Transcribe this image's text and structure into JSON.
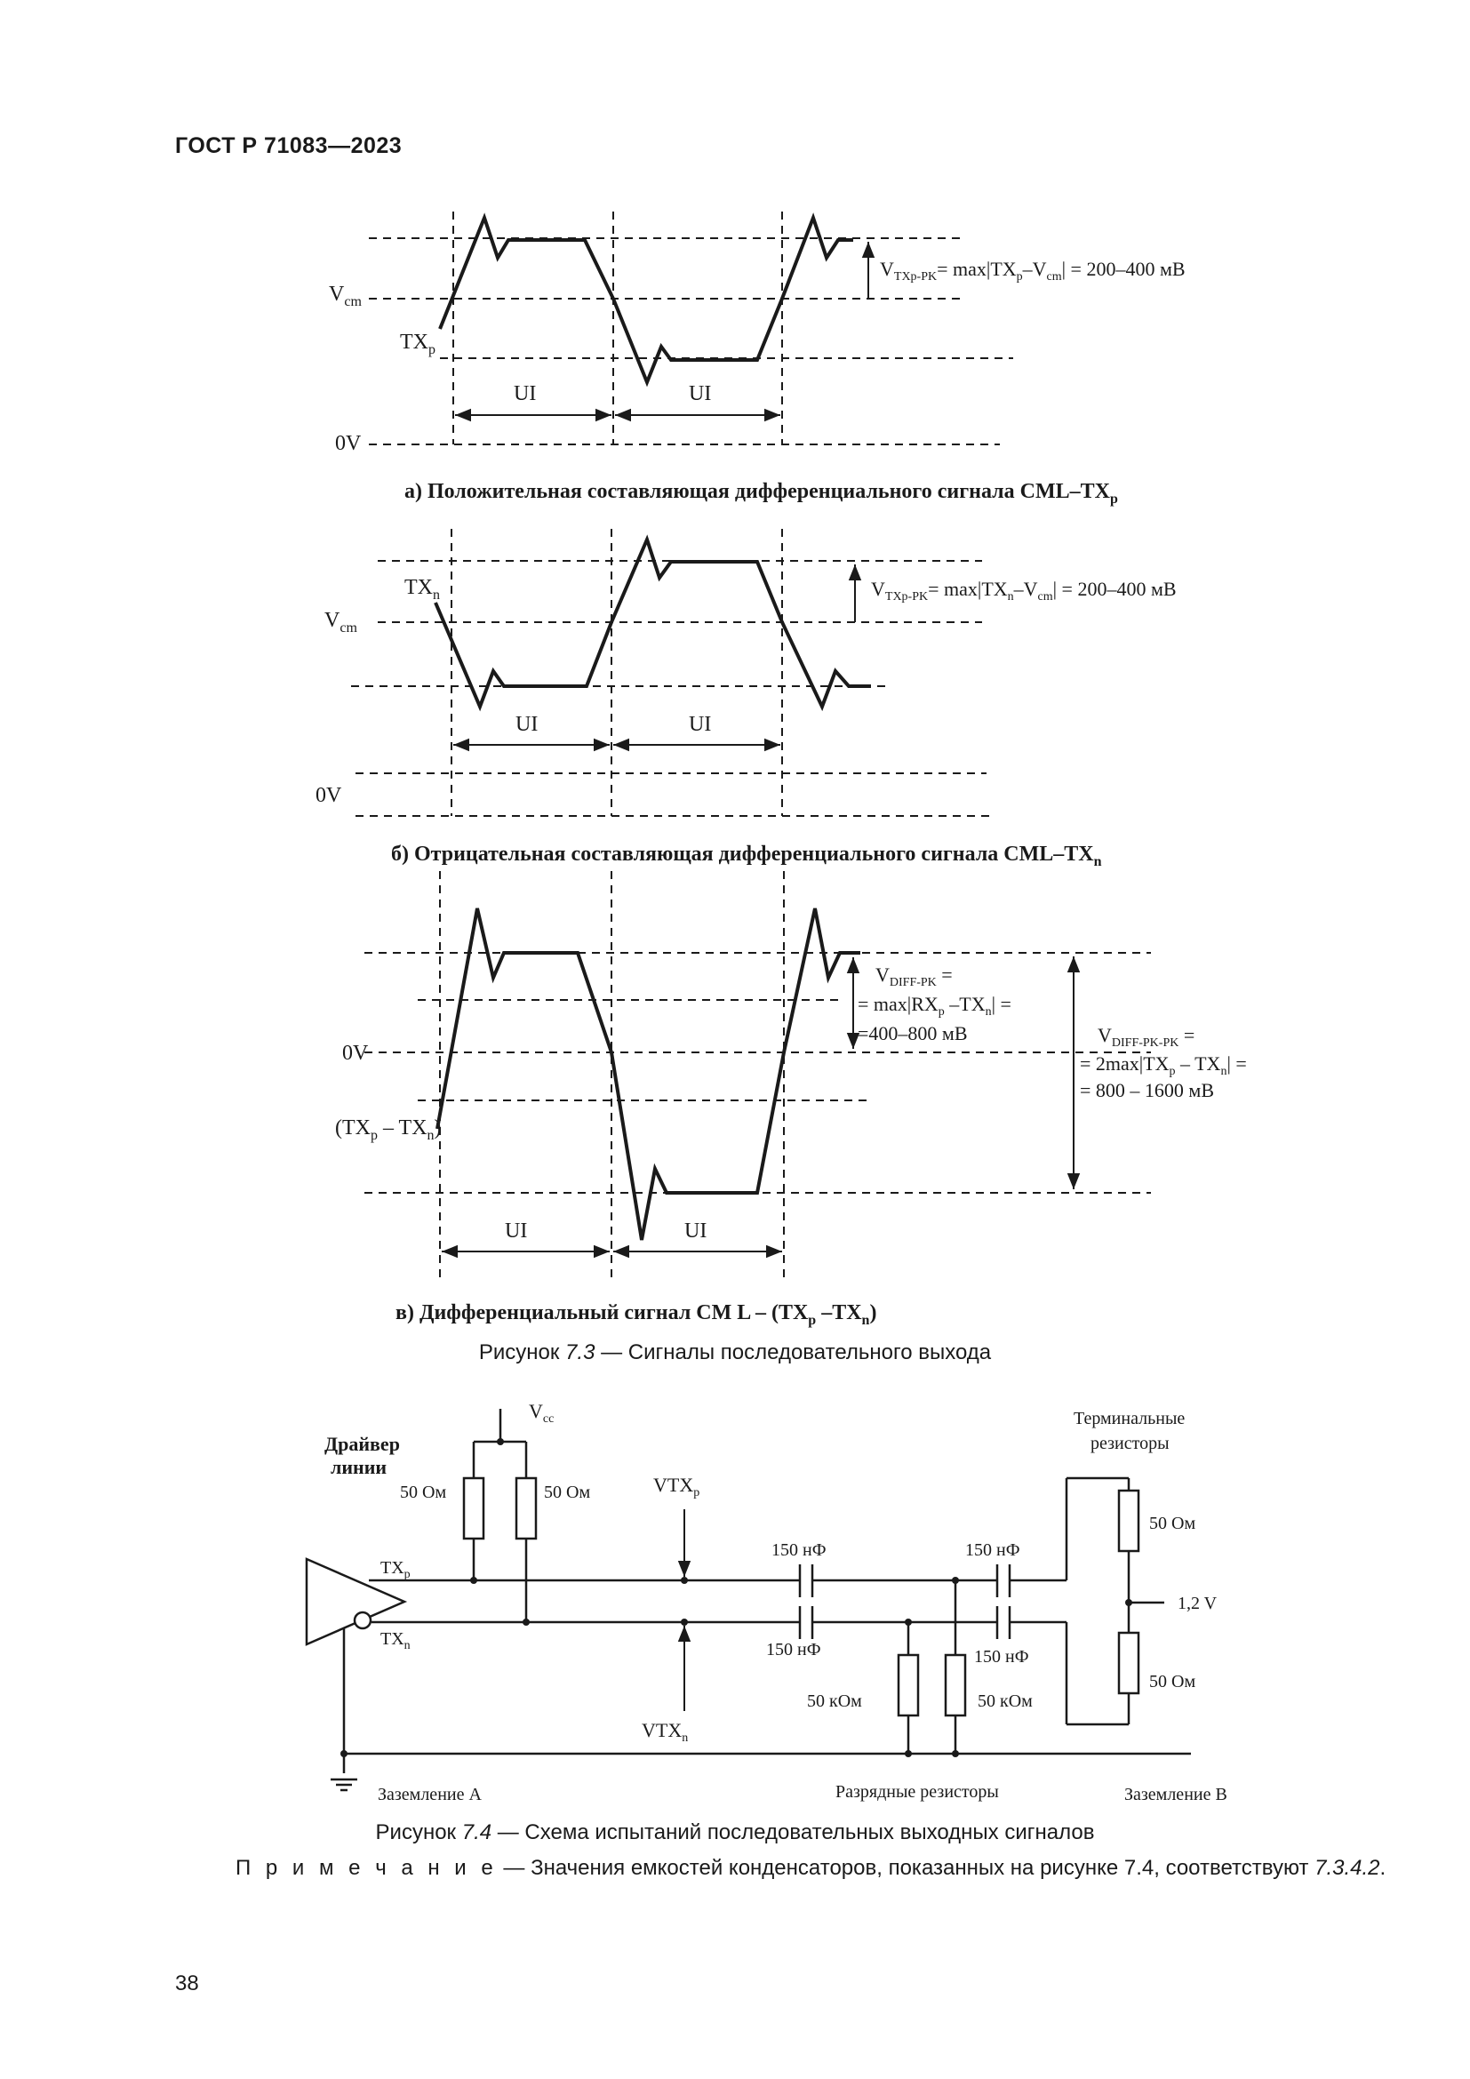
{
  "header": {
    "doc_id": "ГОСТ Р 71083—2023"
  },
  "figure_7_3": {
    "caption_prefix": "Рисунок ",
    "caption_num": "7.3",
    "caption_text": " — Сигналы последовательного выхода",
    "panel_a": {
      "vcm_label": "V",
      "vcm_sub": "cm",
      "signal_label": "TX",
      "signal_sub": "p",
      "ui_label": "UI",
      "zero_label": "0V",
      "amp_pre": "V",
      "amp_sub": "TXp-PK",
      "amp_mid": "= max|TX",
      "amp_sub2": "p",
      "amp_mid2": "–V",
      "amp_sub3": "cm",
      "amp_post": "| = 200–400 мВ",
      "caption_pre": "а) Положительная составляющая дифференциального сигнала CML–TX",
      "caption_sub": "p"
    },
    "panel_b": {
      "vcm_label": "V",
      "vcm_sub": "cm",
      "signal_label": "TX",
      "signal_sub": "n",
      "ui_label": "UI",
      "zero_label": "0V",
      "amp_pre": "V",
      "amp_sub": "TXp-PK",
      "amp_mid": "= max|TX",
      "amp_sub2": "n",
      "amp_mid2": "–V",
      "amp_sub3": "cm",
      "amp_post": "| = 200–400 мВ",
      "caption_pre": "б) Отрицательная составляющая дифференциального сигнала CML–TX",
      "caption_sub": "n"
    },
    "panel_c": {
      "zero_label": "0V",
      "signal_label": "(TX",
      "signal_sub1": "p",
      "signal_mid": " – TX",
      "signal_sub2": "n",
      "signal_end": ")",
      "ui_label": "UI",
      "diff_l1_pre": "V",
      "diff_l1_sub": "DIFF-PK",
      "diff_l1_post": " =",
      "diff_l2_pre": "= max|RX",
      "diff_l2_sub": "p",
      "diff_l2_mid": " –TX",
      "diff_l2_sub2": "n",
      "diff_l2_post": "| =",
      "diff_l3": "=400–800 мВ",
      "pp_l1_pre": "V",
      "pp_l1_sub": "DIFF-PK-PK",
      "pp_l1_post": " =",
      "pp_l2_pre": "= 2max|TX",
      "pp_l2_sub": "p",
      "pp_l2_mid": " – TX",
      "pp_l2_sub2": "n",
      "pp_l2_post": "| =",
      "pp_l3": "= 800 – 1600 мВ",
      "caption_pre": "в) Дифференциальный сигнал CM L – (TX",
      "caption_sub1": "p",
      "caption_mid": " –TX",
      "caption_sub2": "n",
      "caption_end": ")"
    }
  },
  "figure_7_4": {
    "caption_prefix": "Рисунок ",
    "caption_num": "7.4",
    "caption_text": " — Схема испытаний последовательных выходных сигналов",
    "vcc": "V",
    "vcc_sub": "cc",
    "driver_l1": "Драйвер",
    "driver_l2": "линии",
    "r1": "50 Ом",
    "r2": "50 Ом",
    "txp": "TX",
    "txp_sub": "p",
    "txn": "TX",
    "txn_sub": "n",
    "vtxp": "VTX",
    "vtxp_sub": "p",
    "vtxn": "VTX",
    "vtxn_sub": "n",
    "c1": "150 нФ",
    "c2": "150 нФ",
    "c3": "150 нФ",
    "c4": "150 нФ",
    "rk1": "50 кОм",
    "rk2": "50 кОм",
    "term_l1": "Терминальные",
    "term_l2": "резисторы",
    "rt1": "50 Ом",
    "rt2": "50 Ом",
    "v12": "1,2 V",
    "ground_a": "Заземление А",
    "ground_b": "Заземление В",
    "discharge": "Разрядные резисторы"
  },
  "note": {
    "label": "П р и м е ч а н и е",
    "text_pre": " — Значения емкостей конденсаторов, показанных на рисунке 7.4, соответствуют ",
    "ref": "7.3.4.2",
    "text_end": "."
  },
  "page_number": "38"
}
